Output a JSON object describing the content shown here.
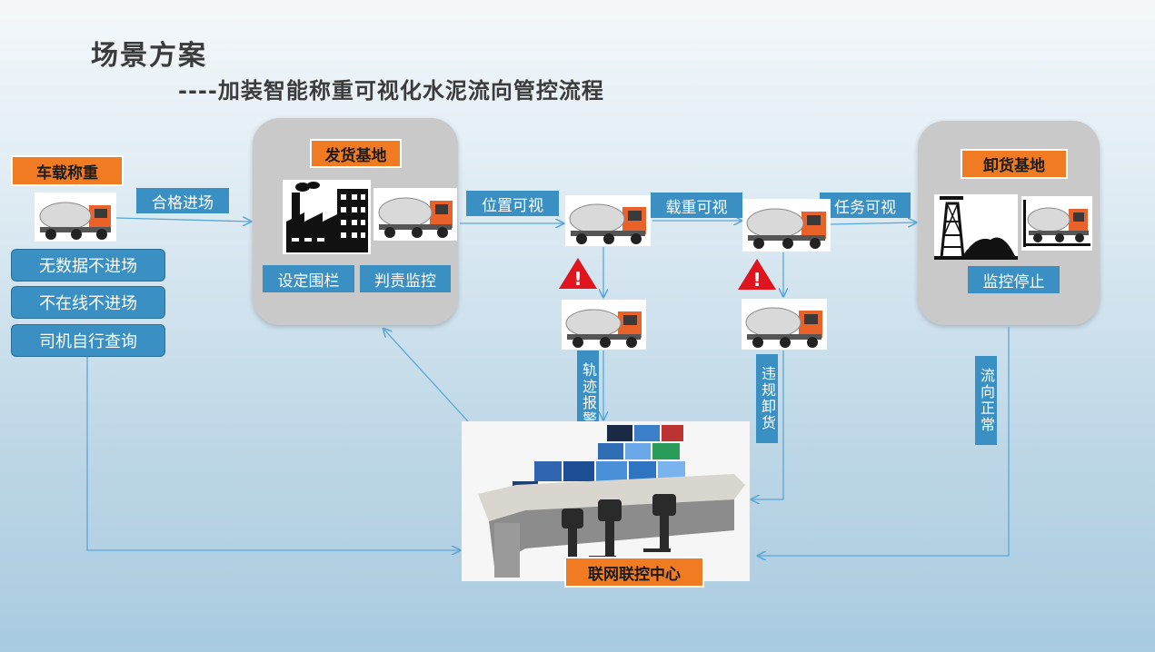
{
  "header": {
    "title": "场景方案",
    "subtitle": "----加装智能称重可视化水泥流向管控流程"
  },
  "vehicle_weighing": {
    "tag": "车载称重",
    "rules": [
      "无数据不进场",
      "不在线不进场",
      "司机自行查询"
    ]
  },
  "dispatch_base": {
    "tag": "发货基地",
    "buttons": [
      "设定围栏",
      "判责监控"
    ]
  },
  "unload_base": {
    "tag": "卸货基地",
    "button": "监控停止"
  },
  "flow_labels": {
    "qualified_entry": "合格进场",
    "position_visible": "位置可视",
    "load_visible": "载重可视",
    "task_visible": "任务可视"
  },
  "alerts": {
    "track_alarm": "轨迹报警",
    "illegal_unload": "违规卸货",
    "flow_normal": "流向正常",
    "warn_symbol": "!"
  },
  "control_center": {
    "tag": "联网联控中心"
  },
  "colors": {
    "accent_orange": "#f07b22",
    "label_blue": "#3a90c2",
    "panel_gray": "#c9c9c9",
    "line_blue": "#5aa7d6",
    "warning_red": "#e0141e"
  },
  "icons": [
    "mixer-truck-icon",
    "factory-icon",
    "mine-headframe-icon",
    "warning-icon",
    "control-room-icon"
  ]
}
